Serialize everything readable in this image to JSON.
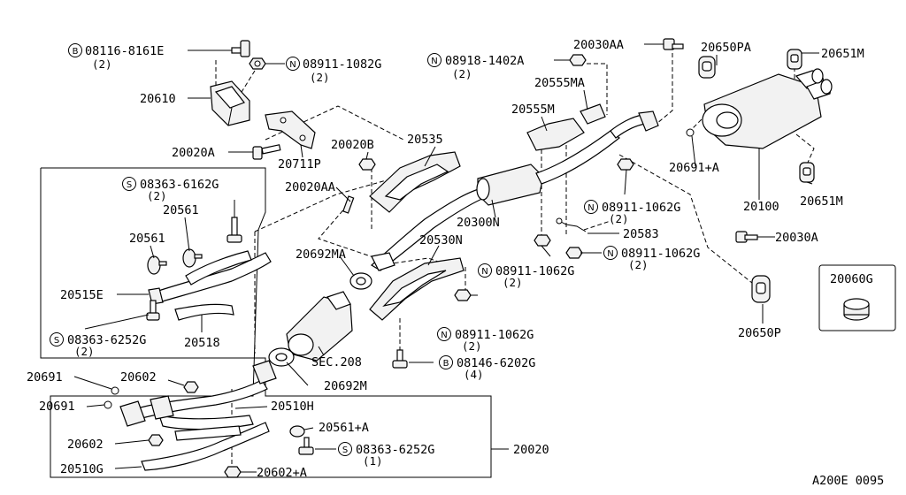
{
  "diagram_id": "A200E 0095",
  "labels": {
    "c08116": "08116-8161E",
    "c08116_qty": "(2)",
    "c08911_1082": "08911-1082G",
    "c08911_1082_qty": "(2)",
    "p20610": "20610",
    "p20020A": "20020A",
    "p20711P": "20711P",
    "p20020B": "20020B",
    "p20535": "20535",
    "c08918": "08918-1402A",
    "c08918_qty": "(2)",
    "p20030AA": "20030AA",
    "p20650PA": "20650PA",
    "p20651M_top": "20651M",
    "p20555MA": "20555MA",
    "p20555M": "20555M",
    "p20691A": "20691+A",
    "p20100": "20100",
    "p20651M_bot": "20651M",
    "c08911_1062_a": "08911-1062G",
    "c08911_1062_a_qty": "(2)",
    "p20020AA": "20020AA",
    "p20300N": "20300N",
    "p20583": "20583",
    "p20030A": "20030A",
    "c08911_1062_b": "08911-1062G",
    "c08911_1062_b_qty": "(2)",
    "c08911_1062_c": "08911-1062G",
    "c08911_1062_c_qty": "(2)",
    "p20530N": "20530N",
    "p20692MA": "20692MA",
    "c08363_6162": "08363-6162G",
    "c08363_6162_qty": "(2)",
    "p20561_a": "20561",
    "p20561_b": "20561",
    "p20515E": "20515E",
    "c08363_6252_a": "08363-6252G",
    "c08363_6252_a_qty": "(2)",
    "p20518": "20518",
    "p20060G": "20060G",
    "p20650P": "20650P",
    "c08911_1062_d": "08911-1062G",
    "c08911_1062_d_qty": "(2)",
    "c08146": "08146-6202G",
    "c08146_qty": "(4)",
    "sec208": "SEC.208",
    "p20692M": "20692M",
    "p20691_a": "20691",
    "p20691_b": "20691",
    "p20602_a": "20602",
    "p20602_b": "20602",
    "p20510H": "20510H",
    "p20561A": "20561+A",
    "c08363_6252_b": "08363-6252G",
    "c08363_6252_b_qty": "(1)",
    "p20020": "20020",
    "p20510G": "20510G",
    "p20602A": "20602+A"
  },
  "prefixes": {
    "bolt": "B",
    "nut": "N",
    "screw": "S"
  }
}
